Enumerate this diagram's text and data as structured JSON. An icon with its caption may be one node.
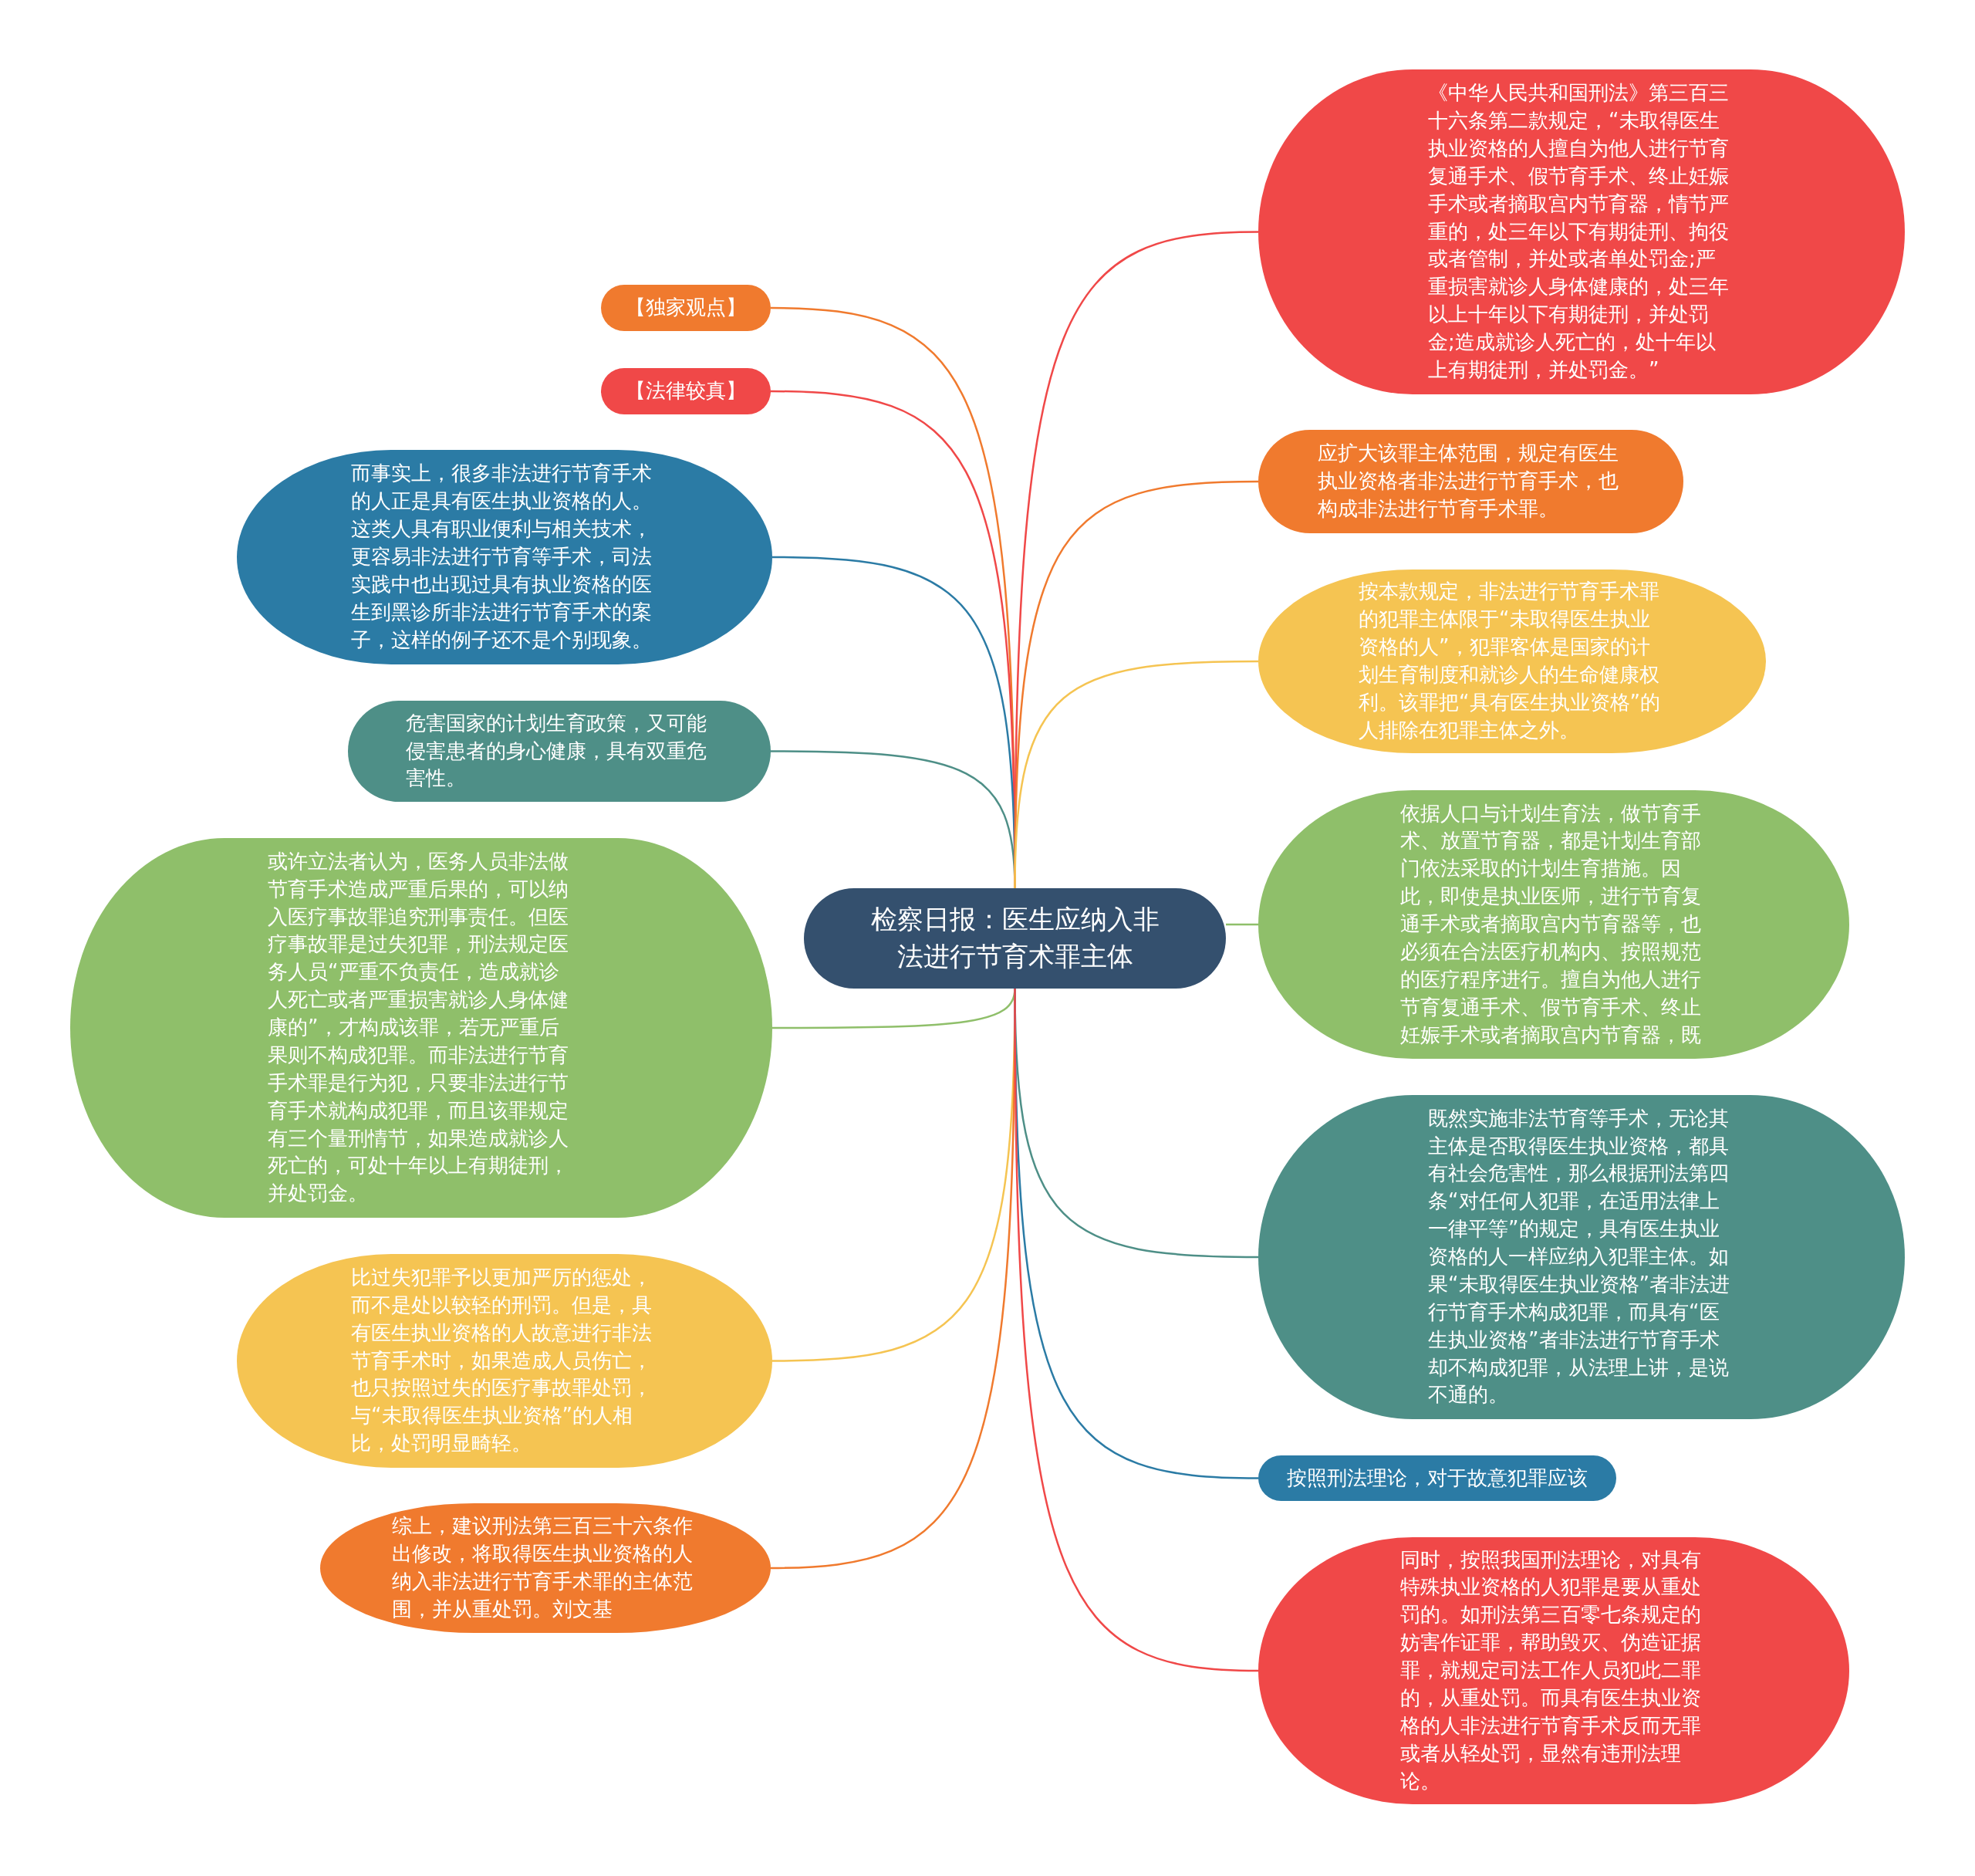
{
  "diagram": {
    "nodes": [
      {
        "text": [
          "检察日报：医生应纳入非法进行节育术罪主体"
        ]
      },
      {
        "text": [
          "【独家观点】"
        ]
      },
      {
        "text": [
          "【法律较真】"
        ]
      },
      {
        "text": [
          "而事实上，很多非法进行节育手术的人正是具有医生执业资格的人。这类人具有职业便利与相关技术，更容易非法进行节育等手术，司法实践中也出现过具有执业资格的医生到黑诊所非法进行节育手术的案子，这样的例子还不是个别现象。"
        ]
      },
      {
        "text": [
          "危害国家的计划生育政策，又可能侵害患者的身心健康，具有双重危害性。"
        ]
      },
      {
        "text": [
          "或许立法者认为，医务人员非法做节育手术造成严重后果的，可以纳入医疗事故罪追究刑事责任。但医疗事故罪是过失犯罪，刑法规定医务人员“严重不负责任，造成就诊人死亡或者严重损害就诊人身体健康的”，才构成该罪，若无严重后果则不构成犯罪。而非法进行节育手术罪是行为犯，只要非法进行节育手术就构成犯罪，而且该罪规定有三个量刑情节，如果造成就诊人死亡的，可处十年以上有期徒刑，并处罚金。"
        ]
      },
      {
        "text": [
          "比过失犯罪予以更加严厉的惩处，而不是处以较轻的刑罚。但是，具有医生执业资格的人故意进行非法节育手术时，如果造成人员伤亡，也只按照过失的医疗事故罪处罚，与“未取得医生执业资格”的人相比，处罚明显畸轻。"
        ]
      },
      {
        "text": [
          "综上，建议刑法第三百三十六条作出修改，将取得医生执业资格的人纳入非法进行节育手术罪的主体范围，并从重处罚。刘文基"
        ]
      },
      {
        "text": [
          "《中华人民共和国刑法》第三百三十六条第二款规定，“未取得医生执业资格的人擅自为他人进行节育复通手术、假节育手术、终止妊娠手术或者摘取宫内节育器，情节严重的，处三年以下有期徒刑、拘役或者管制，并处或者单处罚金;严重损害就诊人身体健康的，处三年以上十年以下有期徒刑，并处罚金;造成就诊人死亡的，处十年以上有期徒刑，并处罚金。”"
        ]
      },
      {
        "text": [
          "应扩大该罪主体范围，规定有医生执业资格者非法进行节育手术，也构成非法进行节育手术罪。"
        ]
      },
      {
        "text": [
          "按本款规定，非法进行节育手术罪的犯罪主体限于“未取得医生执业资格的人”，犯罪客体是国家的计划生育制度和就诊人的生命健康权利。该罪把“具有医生执业资格”的人排除在犯罪主体之外。"
        ]
      },
      {
        "text": [
          "依据人口与计划生育法，做节育手术、放置节育器，都是计划生育部门依法采取的计划生育措施。因此，即使是执业医师，进行节育复通手术或者摘取宫内节育器等，也必须在合法医疗机构内、按照规范的医疗程序进行。擅自为他人进行节育复通手术、假节育手术、终止妊娠手术或者摘取宫内节育器，既"
        ]
      },
      {
        "text": [
          "既然实施非法节育等手术，无论其主体是否取得医生执业资格，都具有社会危害性，那么根据刑法第四条“对任何人犯罪，在适用法律上一律平等”的规定，具有医生执业资格的人一样应纳入犯罪主体。如果“未取得医生执业资格”者非法进行节育手术构成犯罪，而具有“医生执业资格”者非法进行节育手术却不构成犯罪，从法理上讲，是说不通的。"
        ]
      },
      {
        "text": [
          "按照刑法理论，对于故意犯罪应该"
        ]
      },
      {
        "text": [
          "同时，按照我国刑法理论，对具有特殊执业资格的人犯罪是要从重处罚的。如刑法第三百零七条规定的妨害作证罪，帮助毁灭、伪造证据罪，就规定司法工作人员犯此二罪的，从重处罚。而具有医生执业资格的人非法进行节育手术反而无罪或者从轻处罚，显然有违刑法理论。"
        ]
      }
    ],
    "edges": [
      {
        "from": 0,
        "to": 1,
        "arrow": "none",
        "color": "#f07a2e"
      },
      {
        "from": 0,
        "to": 2,
        "arrow": "none",
        "color": "#f04848"
      },
      {
        "from": 0,
        "to": 3,
        "arrow": "none",
        "color": "#2b7ba5"
      },
      {
        "from": 0,
        "to": 4,
        "arrow": "none",
        "color": "#4e8f87"
      },
      {
        "from": 0,
        "to": 5,
        "arrow": "none",
        "color": "#8fbf6a"
      },
      {
        "from": 0,
        "to": 6,
        "arrow": "none",
        "color": "#f5c452"
      },
      {
        "from": 0,
        "to": 7,
        "arrow": "none",
        "color": "#f07a2e"
      },
      {
        "from": 0,
        "to": 8,
        "arrow": "none",
        "color": "#f04848"
      },
      {
        "from": 0,
        "to": 9,
        "arrow": "none",
        "color": "#f07a2e"
      },
      {
        "from": 0,
        "to": 10,
        "arrow": "none",
        "color": "#f5c452"
      },
      {
        "from": 0,
        "to": 11,
        "arrow": "none",
        "color": "#8fbf6a"
      },
      {
        "from": 0,
        "to": 12,
        "arrow": "none",
        "color": "#4e8f87"
      },
      {
        "from": 0,
        "to": 13,
        "arrow": "none",
        "color": "#2b7ba5"
      },
      {
        "from": 0,
        "to": 14,
        "arrow": "none",
        "color": "#f04848"
      }
    ]
  }
}
